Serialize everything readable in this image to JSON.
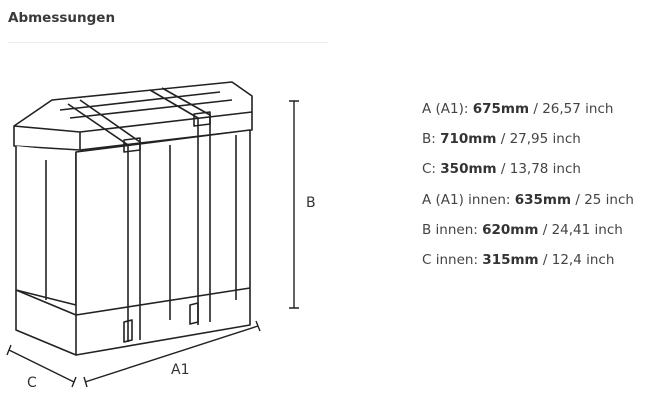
{
  "section": {
    "title": "Abmessungen"
  },
  "diagram": {
    "label_b": "B",
    "label_a1": "A1",
    "label_c": "C"
  },
  "specs": [
    {
      "label": "A (A1): ",
      "mm": "675mm",
      "inch": " / 26,57 inch"
    },
    {
      "label": "B: ",
      "mm": "710mm",
      "inch": " / 27,95 inch"
    },
    {
      "label": "C: ",
      "mm": "350mm",
      "inch": " / 13,78 inch"
    },
    {
      "label": "A (A1) innen: ",
      "mm": "635mm",
      "inch": " / 25 inch"
    },
    {
      "label": "B innen: ",
      "mm": "620mm",
      "inch": " / 24,41 inch"
    },
    {
      "label": "C innen: ",
      "mm": "315mm",
      "inch": " / 12,4 inch"
    }
  ]
}
